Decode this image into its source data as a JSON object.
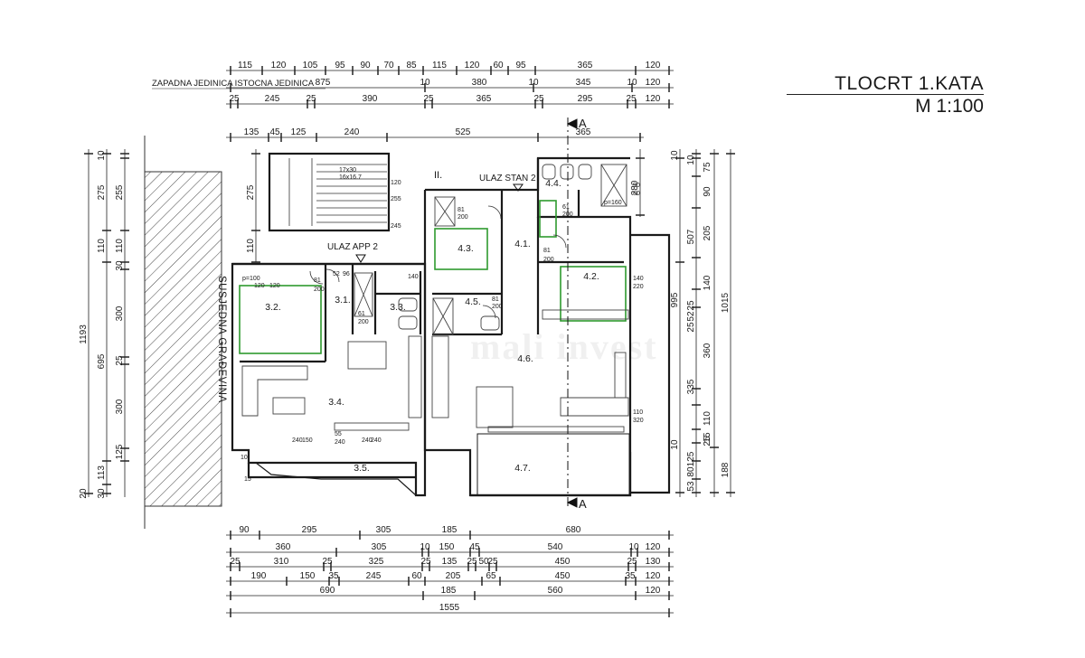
{
  "title": "TLOCRT 1.KATA",
  "scale": "M 1:100",
  "labels": {
    "west_east": "ZAPADNA  JEDINICA ISTOCNA  JEDINICA",
    "neighbour": "SUSJEDNA GRAĐEVINA",
    "entrance_app2": "ULAZ APP 2",
    "entrance_stan2": "ULAZ STAN 2",
    "stair": "II.",
    "stair_spec": "17x30\n16x16.7",
    "section_a_top": "A",
    "section_a_bottom": "A",
    "watermark": "mali invest"
  },
  "rooms": [
    "3.1.",
    "3.2.",
    "3.3.",
    "3.4.",
    "3.5.",
    "4.1.",
    "4.2.",
    "4.3.",
    "4.4.",
    "4.5.",
    "4.6.",
    "4.7."
  ],
  "dims_top": {
    "row1": [
      "115",
      "120",
      "105",
      "95",
      "90",
      "70",
      "85",
      "115",
      "120",
      "60",
      "95",
      "365",
      "120"
    ],
    "row2": [
      "875",
      "10",
      "380",
      "10",
      "345",
      "10",
      "120"
    ],
    "row3": [
      "25",
      "245",
      "25",
      "390",
      "25",
      "365",
      "25",
      "295",
      "25",
      "120"
    ],
    "row4": [
      "135",
      "45",
      "125",
      "240",
      "525",
      "365"
    ]
  },
  "dims_bottom": {
    "row1": [
      "90",
      "295",
      "305",
      "185",
      "680"
    ],
    "row2": [
      "360",
      "305",
      "10",
      "150",
      "45",
      "540",
      "10",
      "120"
    ],
    "row3": [
      "25",
      "310",
      "25",
      "325",
      "25",
      "135",
      "25",
      "50",
      "25",
      "450",
      "25",
      "130"
    ],
    "row4": [
      "190",
      "150",
      "35",
      "245",
      "60",
      "205",
      "65",
      "450",
      "35",
      "120"
    ],
    "row5": [
      "690",
      "185",
      "560",
      "120"
    ],
    "total": "1555"
  },
  "dims_left": {
    "outer": "1193",
    "col_a": [
      "10",
      "275",
      "110",
      "695",
      "30",
      "113"
    ],
    "col_b": [
      "255",
      "110",
      "30",
      "300",
      "25",
      "300",
      "125",
      "20"
    ],
    "inner": [
      "275",
      "110"
    ]
  },
  "dims_right": {
    "outer": "1015",
    "col_a": [
      "10",
      "280",
      "507",
      "995"
    ],
    "col_b": [
      "75",
      "90",
      "205",
      "140",
      "360",
      "335",
      "110",
      "15",
      "125",
      "80",
      "188",
      "53"
    ],
    "misc": [
      "25",
      "52",
      "25",
      "25",
      "10",
      "10"
    ]
  },
  "interior_dims": [
    "p=100",
    "120",
    "120",
    "81",
    "200",
    "52",
    "96",
    "61",
    "200",
    "140",
    "81",
    "200",
    "81",
    "200",
    "81",
    "200",
    "61",
    "200",
    "90",
    "80",
    "p=160",
    "140",
    "220",
    "110",
    "320",
    "55",
    "240",
    "150",
    "240",
    "240",
    "240",
    "120",
    "255",
    "245",
    "10",
    "15"
  ]
}
